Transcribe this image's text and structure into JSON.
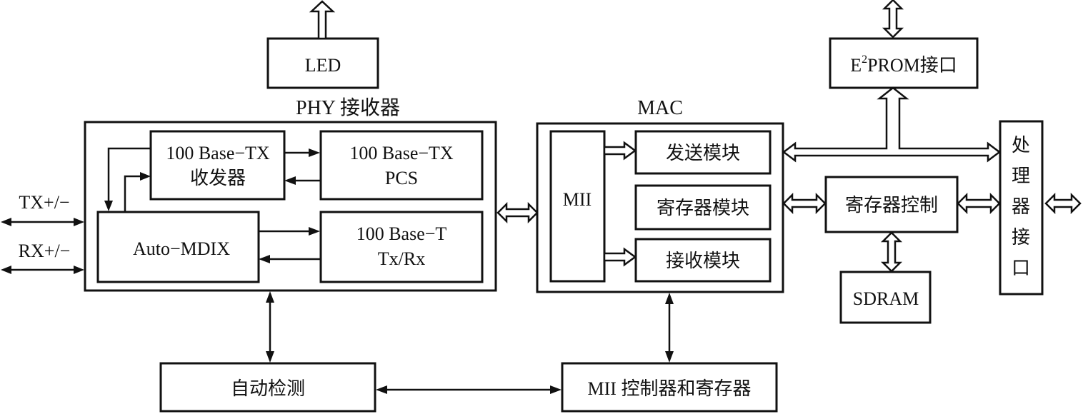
{
  "diagram": {
    "phy_title": "PHY 接收器",
    "mac_title": "MAC",
    "led": "LED",
    "tx_line1": "100 Base−TX",
    "tx_line2": "收发器",
    "pcs_line1": "100 Base−TX",
    "pcs_line2": "PCS",
    "auto_mdix": "Auto−MDIX",
    "t_line1": "100 Base−T",
    "t_line2": "Tx/Rx",
    "tx_pins": "TX+/−",
    "rx_pins": "RX+/−",
    "mii": "MII",
    "send_module": "发送模块",
    "register_module": "寄存器模块",
    "receive_module": "接收模块",
    "eeprom_e": "E",
    "eeprom_sup": "2",
    "eeprom_rest": "PROM接口",
    "register_control": "寄存器控制",
    "sdram": "SDRAM",
    "processor_1": "处",
    "processor_2": "理",
    "processor_3": "器",
    "processor_4": "接",
    "processor_5": "口",
    "auto_detect": "自动检测",
    "mii_controller": "MII 控制器和寄存器"
  }
}
